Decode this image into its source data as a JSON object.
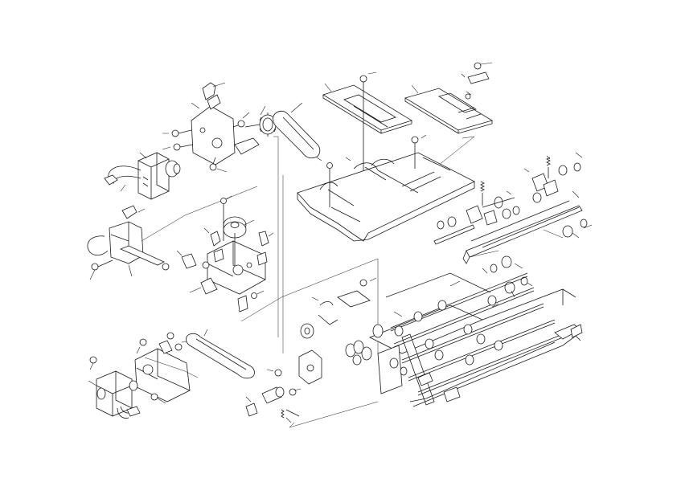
{
  "drawing": {
    "type": "exploded-parts-view",
    "background": "#ffffff",
    "line_color": "#1a1a1a",
    "text_labels": []
  },
  "assemblies": [
    {
      "name": "upper-left-motor-and-gear-assembly",
      "parts": [
        "motor",
        "bracket",
        "gear",
        "screws",
        "sensor",
        "harness"
      ]
    },
    {
      "name": "timing-belt-upper"
    },
    {
      "name": "upper-guide-plates",
      "parts": [
        "guide-plate-left",
        "guide-plate-right",
        "screws"
      ]
    },
    {
      "name": "tray-frame"
    },
    {
      "name": "middle-left-sensor-bracket-assembly",
      "parts": [
        "sensor-bracket",
        "harness",
        "screws"
      ]
    },
    {
      "name": "middle-drive-bracket-assembly",
      "parts": [
        "bracket",
        "pulley",
        "screws",
        "clamps"
      ]
    },
    {
      "name": "right-shaft-and-roller-assembly",
      "parts": [
        "shaft",
        "rollers",
        "bushings",
        "e-rings",
        "springs"
      ]
    },
    {
      "name": "lower-left-motor-assembly",
      "parts": [
        "motor",
        "bracket",
        "screws",
        "harness"
      ]
    },
    {
      "name": "timing-belt-lower"
    },
    {
      "name": "lower-center-clutch-assembly",
      "parts": [
        "clutch",
        "gears",
        "screws",
        "spring"
      ]
    },
    {
      "name": "lower-right-transport-unit",
      "parts": [
        "frame",
        "rollers",
        "shafts",
        "gears"
      ]
    }
  ]
}
